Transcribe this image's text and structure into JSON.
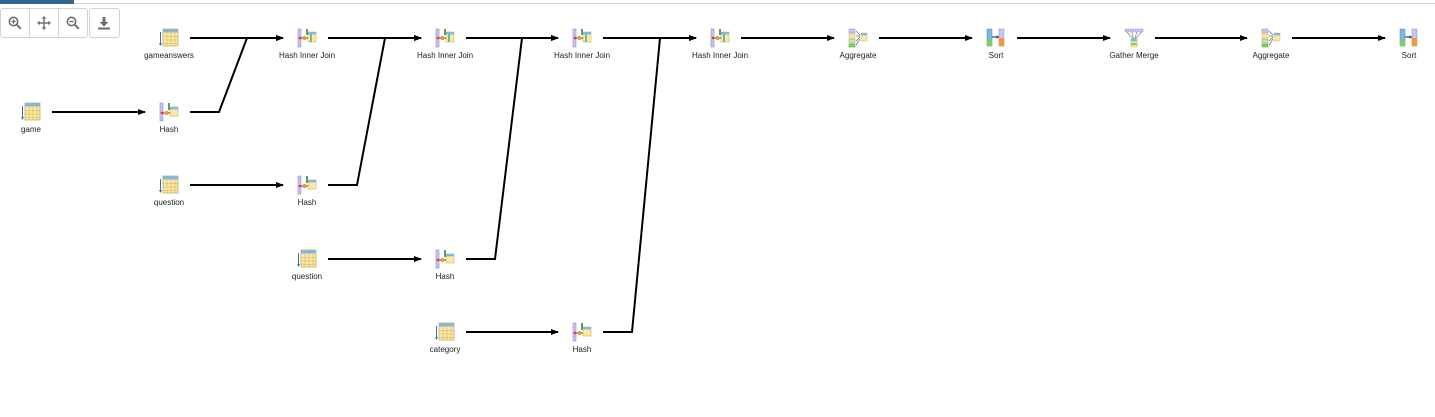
{
  "toolbar": {
    "buttons": [
      {
        "name": "zoom-in-button",
        "icon": "zoom-in-icon"
      },
      {
        "name": "zoom-to-fit-button",
        "icon": "move-arrows-icon"
      },
      {
        "name": "zoom-out-button",
        "icon": "zoom-out-icon"
      }
    ],
    "download": {
      "name": "download-button",
      "icon": "download-icon"
    }
  },
  "colors": {
    "accent": "#326690",
    "edge": "#000000",
    "label": "#222222"
  },
  "plan": {
    "nodes": [
      {
        "id": "scan-gameanswers",
        "label": "gameanswers",
        "type": "scan"
      },
      {
        "id": "scan-game",
        "label": "game",
        "type": "scan"
      },
      {
        "id": "hash-1",
        "label": "Hash",
        "type": "hash"
      },
      {
        "id": "scan-question-1",
        "label": "question",
        "type": "scan"
      },
      {
        "id": "join-1",
        "label": "Hash Inner Join",
        "type": "join"
      },
      {
        "id": "hash-2",
        "label": "Hash",
        "type": "hash"
      },
      {
        "id": "scan-question-2",
        "label": "question",
        "type": "scan"
      },
      {
        "id": "join-2",
        "label": "Hash Inner Join",
        "type": "join"
      },
      {
        "id": "hash-3",
        "label": "Hash",
        "type": "hash"
      },
      {
        "id": "scan-category",
        "label": "category",
        "type": "scan"
      },
      {
        "id": "join-3",
        "label": "Hash Inner Join",
        "type": "join"
      },
      {
        "id": "hash-4",
        "label": "Hash",
        "type": "hash"
      },
      {
        "id": "join-4",
        "label": "Hash Inner Join",
        "type": "join"
      },
      {
        "id": "aggregate-1",
        "label": "Aggregate",
        "type": "aggregate"
      },
      {
        "id": "sort-1",
        "label": "Sort",
        "type": "sort"
      },
      {
        "id": "gather-merge",
        "label": "Gather Merge",
        "type": "gather"
      },
      {
        "id": "aggregate-2",
        "label": "Aggregate",
        "type": "aggregate"
      },
      {
        "id": "sort-2",
        "label": "Sort",
        "type": "sort"
      }
    ],
    "edges": [
      [
        "scan-game",
        "hash-1"
      ],
      [
        "scan-gameanswers",
        "join-1"
      ],
      [
        "hash-1",
        "join-1"
      ],
      [
        "scan-question-1",
        "hash-2"
      ],
      [
        "join-1",
        "join-2"
      ],
      [
        "hash-2",
        "join-2"
      ],
      [
        "scan-question-2",
        "hash-3"
      ],
      [
        "join-2",
        "join-3"
      ],
      [
        "hash-3",
        "join-3"
      ],
      [
        "scan-category",
        "hash-4"
      ],
      [
        "join-3",
        "join-4"
      ],
      [
        "hash-4",
        "join-4"
      ],
      [
        "join-4",
        "aggregate-1"
      ],
      [
        "aggregate-1",
        "sort-1"
      ],
      [
        "sort-1",
        "gather-merge"
      ],
      [
        "gather-merge",
        "aggregate-2"
      ],
      [
        "aggregate-2",
        "sort-2"
      ]
    ]
  }
}
